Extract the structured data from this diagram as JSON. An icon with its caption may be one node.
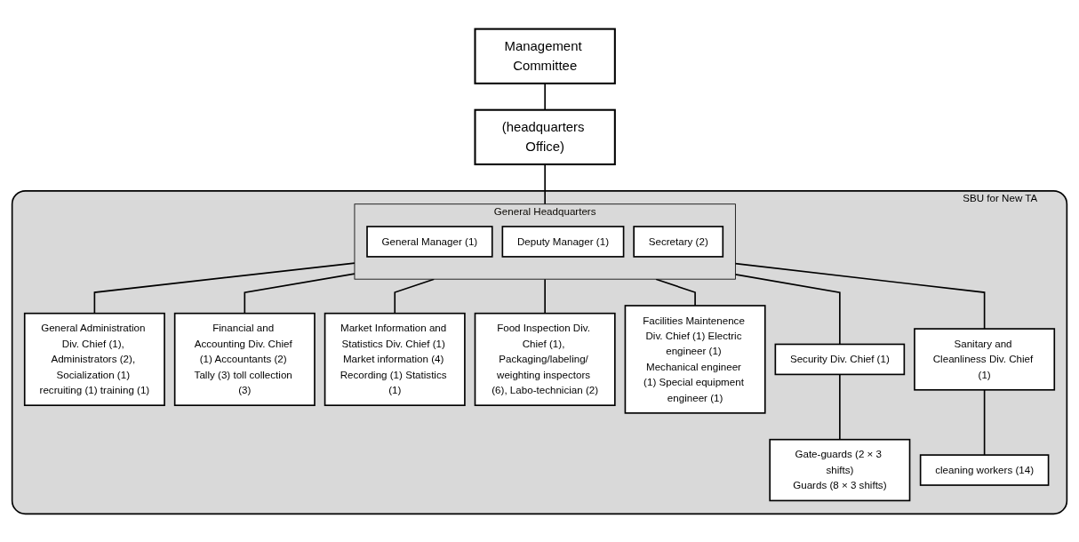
{
  "diagram": {
    "nodes": [
      {
        "text": [
          "Management Committee"
        ]
      },
      {
        "text": [
          "(headquarters Office)"
        ]
      },
      {
        "text": [
          "SBU for New TA"
        ]
      },
      {
        "text": [
          "General Headquarters"
        ],
        "in": 2
      },
      {
        "text": [
          "General Manager (1)"
        ],
        "in": 3
      },
      {
        "text": [
          "Deputy Manager (1)"
        ],
        "in": 3
      },
      {
        "text": [
          "Secretary (2)"
        ],
        "in": 3
      },
      {
        "text": [
          "General Administration Div. Chief (1), Administrators (2), Socialization (1) recruiting (1) training (1)"
        ],
        "in": 2
      },
      {
        "text": [
          "Financial and Accounting Div. Chief (1) Accountants (2) Tally (3) toll collection (3)"
        ],
        "in": 2
      },
      {
        "text": [
          "Market Information and Statistics Div. Chief (1) Market information (4) Recording (1) Statistics (1)"
        ],
        "in": 2
      },
      {
        "text": [
          "Food Inspection Div. Chief (1), Packaging/labeling/ weighting inspectors (6), Labo-technician (2)"
        ],
        "in": 2
      },
      {
        "text": [
          "Facilities Maintenence Div. Chief (1) Electric engineer (1) Mechanical engineer (1) Special equipment engineer (1)"
        ],
        "in": 2
      },
      {
        "text": [
          "Security Div. Chief (1)"
        ],
        "in": 2
      },
      {
        "text": [
          "Sanitary and Cleanliness Div. Chief (1)"
        ],
        "in": 2
      },
      {
        "text": [
          "Gate-guards (2 × 3 shifts)",
          "Guards (8 × 3 shifts)"
        ],
        "in": 2
      },
      {
        "text": [
          "cleaning workers (14)"
        ],
        "in": 2
      }
    ],
    "edges": [
      {
        "from": 0,
        "to": 1,
        "arrow": "none"
      },
      {
        "from": 1,
        "to": 3,
        "arrow": "none"
      },
      {
        "from": 3,
        "to": 7,
        "arrow": "none"
      },
      {
        "from": 3,
        "to": 8,
        "arrow": "none"
      },
      {
        "from": 3,
        "to": 9,
        "arrow": "none"
      },
      {
        "from": 3,
        "to": 10,
        "arrow": "none"
      },
      {
        "from": 3,
        "to": 11,
        "arrow": "none"
      },
      {
        "from": 3,
        "to": 12,
        "arrow": "none"
      },
      {
        "from": 3,
        "to": 13,
        "arrow": "none"
      },
      {
        "from": 12,
        "to": 14,
        "arrow": "none"
      },
      {
        "from": 13,
        "to": 15,
        "arrow": "none"
      }
    ]
  }
}
